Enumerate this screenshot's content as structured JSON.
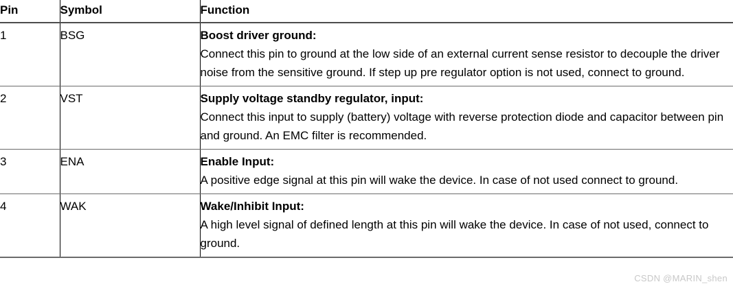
{
  "table": {
    "columns": [
      {
        "key": "pin",
        "label": "Pin"
      },
      {
        "key": "symbol",
        "label": "Symbol"
      },
      {
        "key": "function",
        "label": "Function"
      }
    ],
    "rows": [
      {
        "pin": "1",
        "symbol": "BSG",
        "function_title": "Boost driver ground:",
        "function_text": "Connect this pin to ground at the low side of an external current sense resistor to decouple the driver noise from the sensitive ground. If step up pre regulator option is not used, connect to ground."
      },
      {
        "pin": "2",
        "symbol": "VST",
        "function_title": "Supply voltage standby regulator, input:",
        "function_text": "Connect this input to supply (battery) voltage with reverse protection diode and capacitor between pin and ground. An EMC filter is recommended."
      },
      {
        "pin": "3",
        "symbol": "ENA",
        "function_title": "Enable Input:",
        "function_text": "A positive edge signal at this pin will wake the device. In case of not used connect to ground."
      },
      {
        "pin": "4",
        "symbol": "WAK",
        "function_title": "Wake/Inhibit Input:",
        "function_text": "A high level signal of defined length at this pin will wake the device. In case of not used, connect to ground."
      }
    ]
  },
  "watermark": {
    "text": "CSDN @MARIN_shen",
    "color": "#c8c8c8"
  },
  "colors": {
    "text": "#000000",
    "rule_dark": "#000000",
    "rule_gray": "#6b6b6b",
    "header_rule": "#4d4d4d",
    "background": "#ffffff"
  }
}
